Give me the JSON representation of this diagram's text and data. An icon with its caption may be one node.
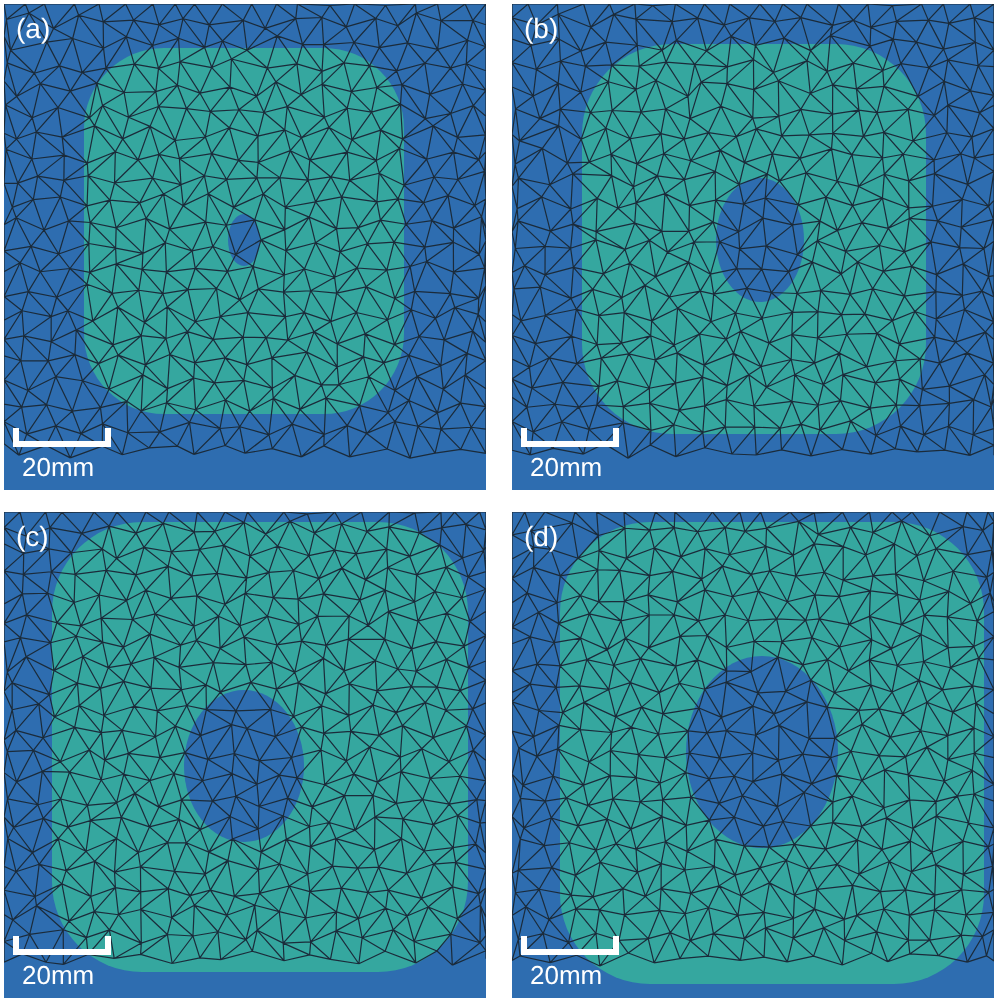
{
  "diagram": {
    "labels": [
      "(a)",
      "20mm",
      "(b)",
      "20mm",
      "(c)",
      "20mm",
      "(d)",
      "20mm"
    ]
  }
}
